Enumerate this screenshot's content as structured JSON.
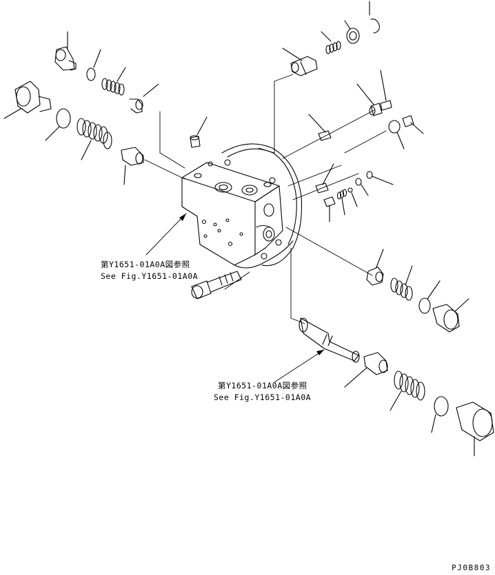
{
  "callouts": [
    {
      "jp": "第Y1651-01A0A図参照",
      "en": "See Fig.Y1651-01A0A"
    },
    {
      "jp": "第Y1651-01A0A図参照",
      "en": "See Fig.Y1651-01A0A"
    }
  ],
  "drawing_code": "PJ0B803",
  "colors": {
    "ink": "#000000",
    "paper": "#ffffff"
  }
}
